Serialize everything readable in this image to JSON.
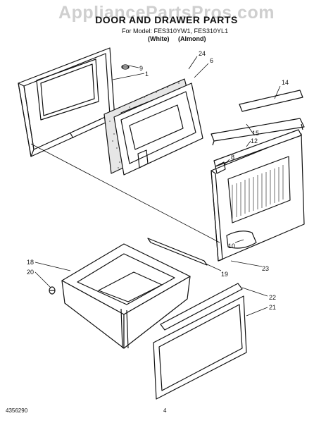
{
  "watermark": "AppliancePartsPros.com",
  "header": {
    "title": "DOOR AND DRAWER PARTS",
    "model_line": "For Model: FES310YW1, FES310YL1",
    "color_white": "(White)",
    "color_almond": "(Almond)"
  },
  "callouts": {
    "c9": "9",
    "c1": "1",
    "c24": "24",
    "c6": "6",
    "c14": "14",
    "c15": "15",
    "c12": "12",
    "c8": "8",
    "c10": "10",
    "c23": "23",
    "c18": "18",
    "c20": "20",
    "c19": "19",
    "c22": "22",
    "c21": "21"
  },
  "footer": {
    "part_number": "4356290",
    "page_number": "4"
  }
}
